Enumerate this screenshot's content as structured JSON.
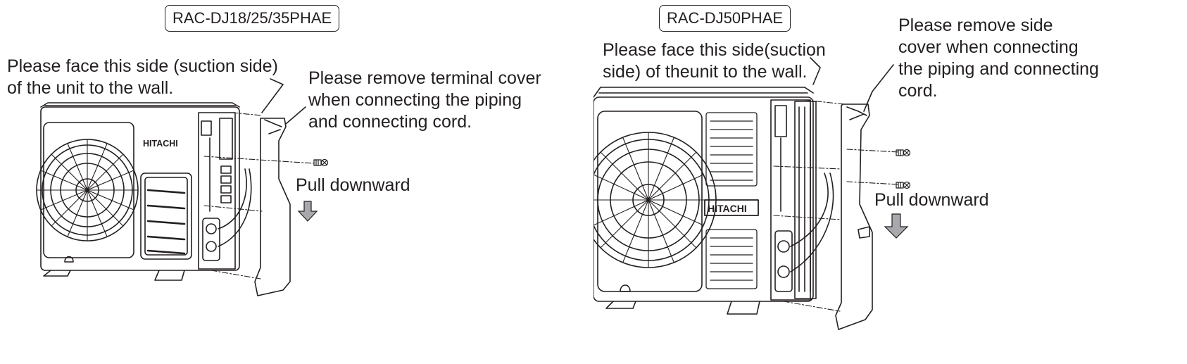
{
  "figure_left": {
    "model": "RAC-DJ18/25/35PHAE",
    "face_note_line1": "Please face this side (suction side)",
    "face_note_line2": "of the unit to the wall.",
    "cover_note_line1": "Please remove terminal cover",
    "cover_note_line2": "when connecting the piping",
    "cover_note_line3": "and connecting cord.",
    "pull_label": "Pull downward",
    "brand": "HITACHI"
  },
  "figure_right": {
    "model": "RAC-DJ50PHAE",
    "face_note_line1": "Please face this side(suction",
    "face_note_line2": "side) of theunit to the wall.",
    "cover_note_line1": "Please remove side",
    "cover_note_line2": "cover when connecting",
    "cover_note_line3": "the piping and connecting",
    "cover_note_line4": "cord.",
    "pull_label": "Pull downward",
    "brand": "HITACHI"
  },
  "colors": {
    "ink": "#231f20",
    "arrow_fill": "#a7a9ac"
  }
}
